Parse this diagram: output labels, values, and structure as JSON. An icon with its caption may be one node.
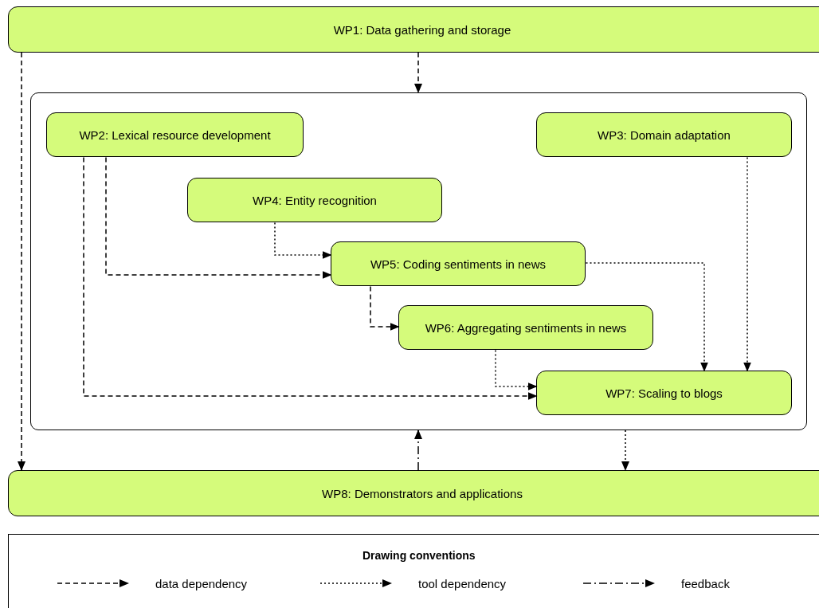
{
  "diagram": {
    "nodes": [
      {
        "text": [
          "WP1: Data gathering and storage"
        ]
      },
      {
        "text": [],
        "shape": "box"
      },
      {
        "text": [
          "WP2: Lexical resource development"
        ],
        "in": 1
      },
      {
        "text": [
          "WP3: Domain adaptation"
        ],
        "in": 1
      },
      {
        "text": [
          "WP4: Entity recognition"
        ],
        "in": 1
      },
      {
        "text": [
          "WP5: Coding sentiments in news"
        ],
        "in": 1
      },
      {
        "text": [
          "WP6: Aggregating sentiments in news"
        ],
        "in": 1
      },
      {
        "text": [
          "WP7: Scaling to blogs"
        ],
        "in": 1
      },
      {
        "text": [
          "WP8: Demonstrators and applications"
        ]
      }
    ],
    "edges": [
      {
        "from": 0,
        "to": 1,
        "arrow": "to",
        "style": "dashed"
      },
      {
        "from": 0,
        "to": 8,
        "arrow": "to",
        "style": "dashed"
      },
      {
        "from": 4,
        "to": 5,
        "arrow": "to"
      },
      {
        "from": 2,
        "to": 5,
        "arrow": "to",
        "style": "dashed"
      },
      {
        "from": 5,
        "to": 6,
        "arrow": "to",
        "style": "dashed"
      },
      {
        "from": 5,
        "to": 7,
        "arrow": "to"
      },
      {
        "from": 3,
        "to": 7,
        "arrow": "to"
      },
      {
        "from": 6,
        "to": 7,
        "arrow": "to"
      },
      {
        "from": 2,
        "to": 7,
        "arrow": "to",
        "style": "dashed"
      },
      {
        "from": 1,
        "to": 8,
        "arrow": "to"
      },
      {
        "from": 8,
        "to": 1,
        "arrow": "to"
      }
    ],
    "labels": [
      "Drawing conventions"
    ],
    "legend": [
      {
        "text": "data dependency"
      },
      {
        "text": "tool dependency"
      },
      {
        "text": "feedback"
      }
    ]
  }
}
